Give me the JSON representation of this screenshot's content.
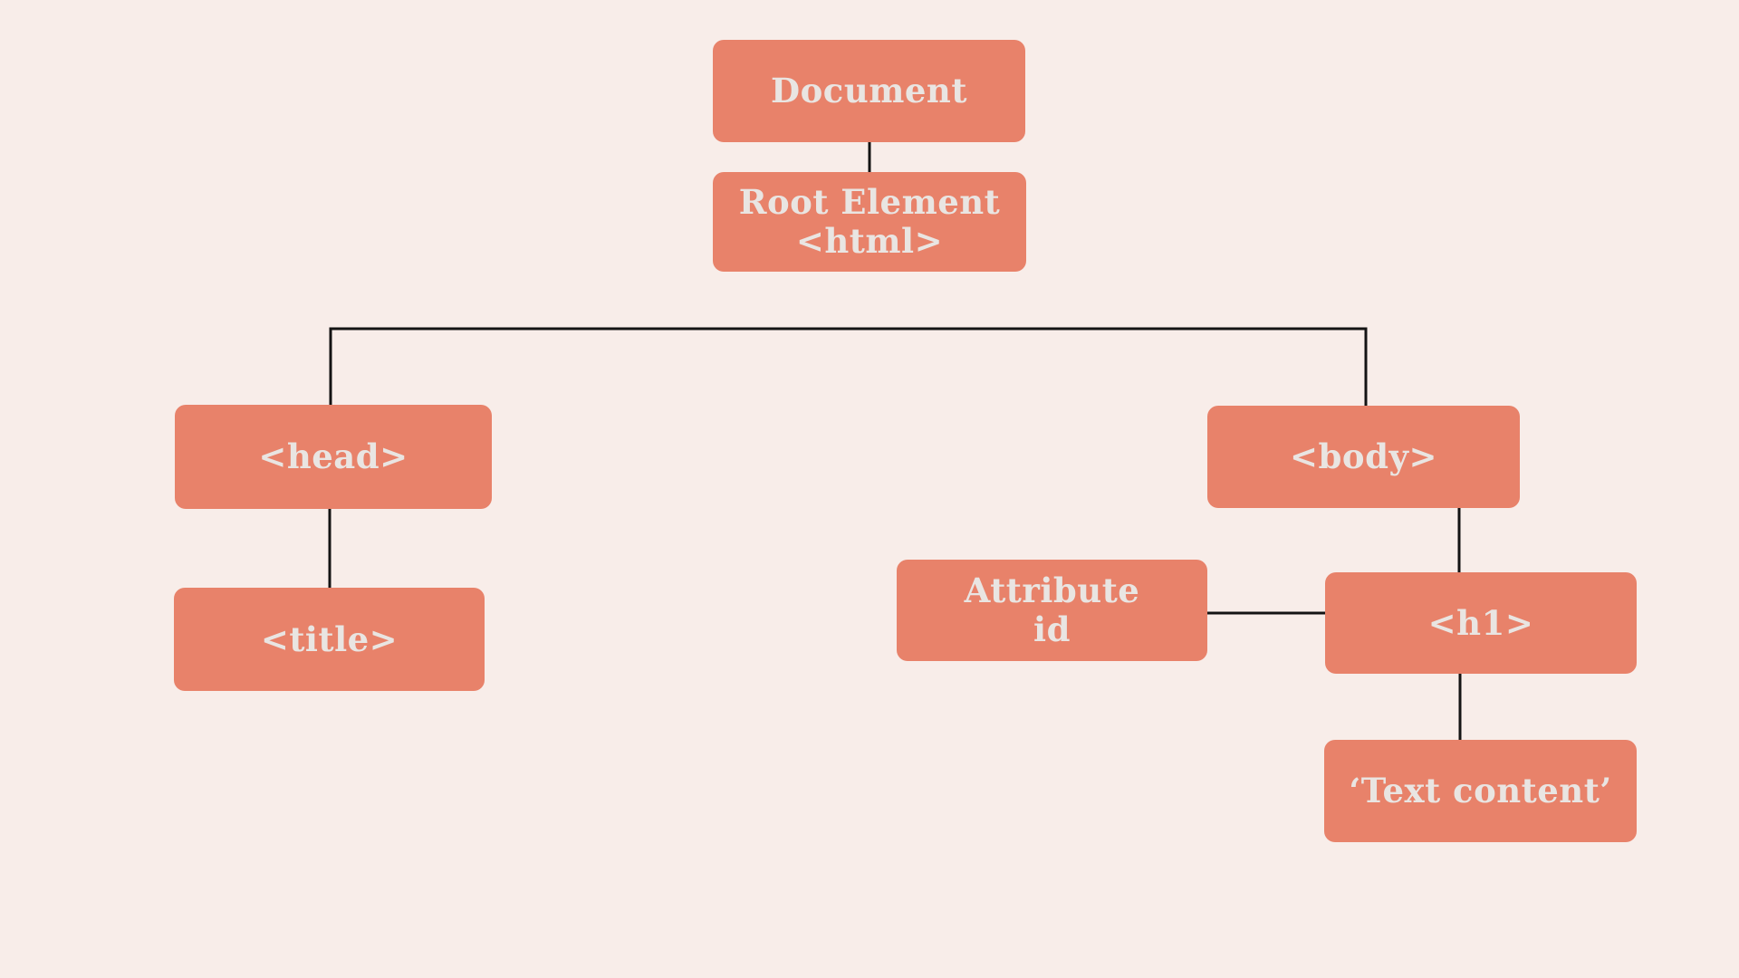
{
  "diagram": {
    "background_color": "#f8ede9",
    "node_color": "#e8826a",
    "node_text_color": "#e9e5e2",
    "connector_color": "#141414",
    "nodes": {
      "document": {
        "label": "Document"
      },
      "root_element": {
        "label": "Root Element\n<html>"
      },
      "head": {
        "label": "<head>"
      },
      "title": {
        "label": "<title>"
      },
      "body": {
        "label": "<body>"
      },
      "attribute_id": {
        "label": "Attribute\nid"
      },
      "h1": {
        "label": "<h1>"
      },
      "text_content": {
        "label": "‘Text content’"
      }
    }
  }
}
